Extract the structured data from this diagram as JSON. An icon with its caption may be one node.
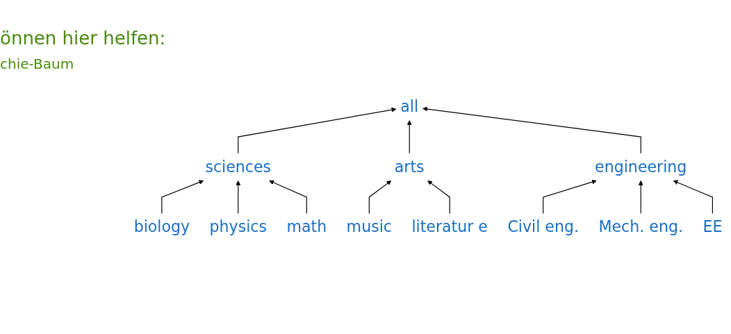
{
  "diagram": {
    "nodes": [
      {
        "text": [
          "all"
        ]
      },
      {
        "text": [
          "sciences"
        ]
      },
      {
        "text": [
          "arts"
        ]
      },
      {
        "text": [
          "engineering"
        ]
      },
      {
        "text": [
          "biology"
        ]
      },
      {
        "text": [
          "physics"
        ]
      },
      {
        "text": [
          "math"
        ]
      },
      {
        "text": [
          "music"
        ]
      },
      {
        "text": [
          "literatur e"
        ]
      },
      {
        "text": [
          "Civil eng."
        ]
      },
      {
        "text": [
          "Mech. eng."
        ]
      },
      {
        "text": [
          "EE"
        ]
      }
    ],
    "edges": [
      {
        "from": 1,
        "to": 0,
        "arrow": "to"
      },
      {
        "from": 2,
        "to": 0,
        "arrow": "to"
      },
      {
        "from": 3,
        "to": 0,
        "arrow": "to"
      },
      {
        "from": 4,
        "to": 1,
        "arrow": "to"
      },
      {
        "from": 5,
        "to": 1,
        "arrow": "to"
      },
      {
        "from": 6,
        "to": 1,
        "arrow": "to"
      },
      {
        "from": 7,
        "to": 2,
        "arrow": "to"
      },
      {
        "from": 8,
        "to": 2,
        "arrow": "to"
      },
      {
        "from": 9,
        "to": 3,
        "arrow": "to"
      },
      {
        "from": 10,
        "to": 3,
        "arrow": "to"
      },
      {
        "from": 11,
        "to": 3,
        "arrow": "to"
      }
    ],
    "labels": [
      "önnen hier helfen:",
      "chie-Baum"
    ]
  }
}
